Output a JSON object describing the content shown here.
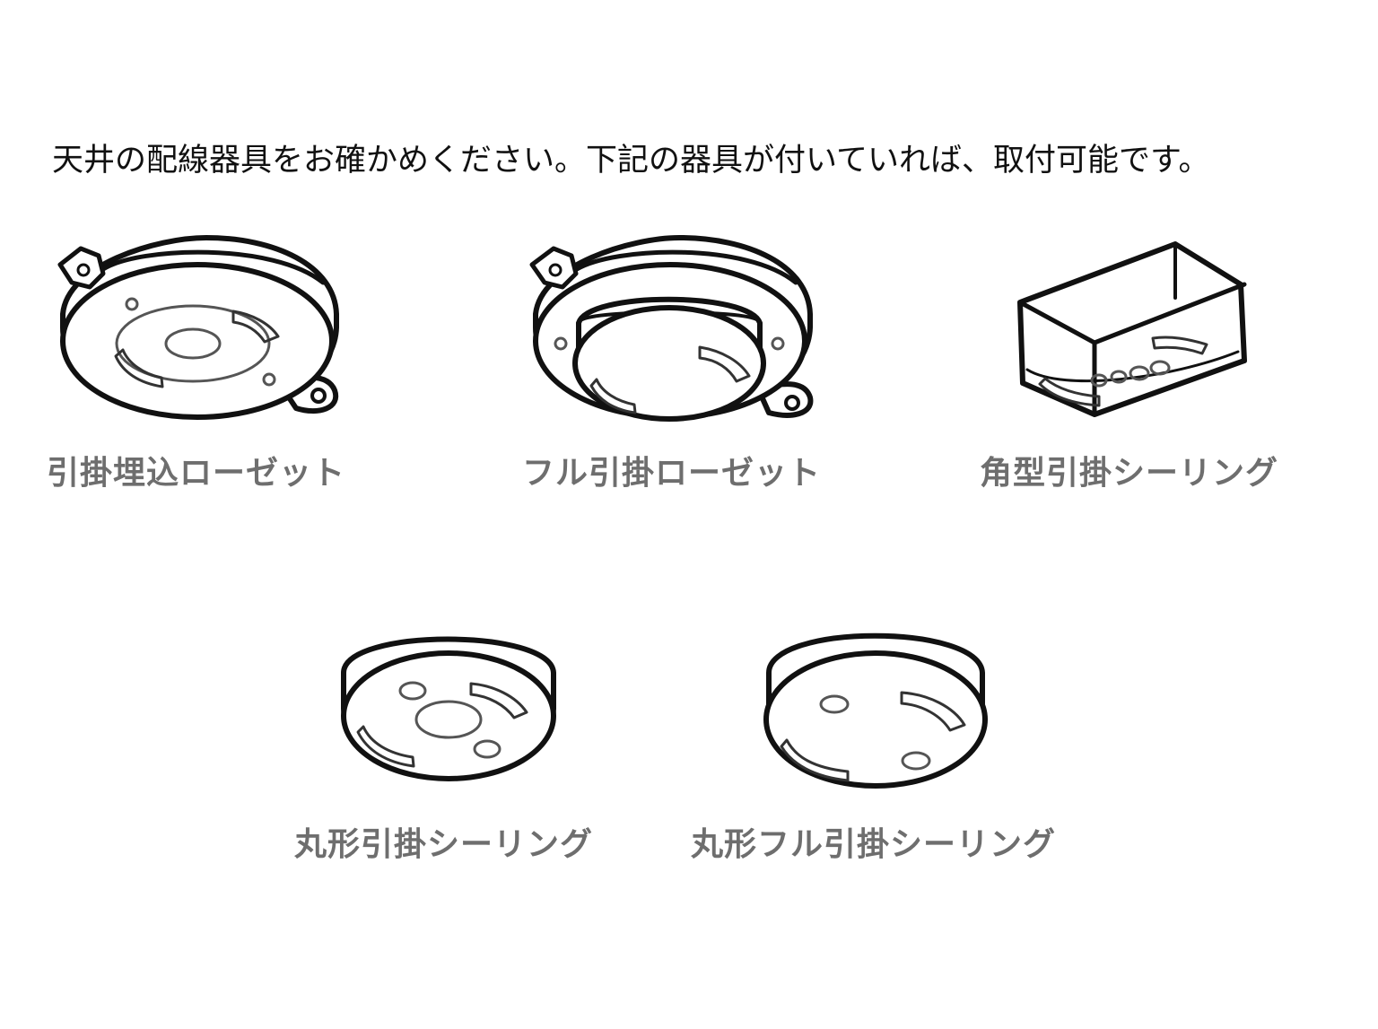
{
  "headline": "天井の配線器具をお確かめください。下記の器具が付いていれば、取付可能です。",
  "fixtures": [
    {
      "label": "引掛埋込ローゼット",
      "icon": "recessed-hook-rosette-icon"
    },
    {
      "label": "フル引掛ローゼット",
      "icon": "full-hook-rosette-icon"
    },
    {
      "label": "角型引掛シーリング",
      "icon": "square-hook-ceiling-icon"
    },
    {
      "label": "丸形引掛シーリング",
      "icon": "round-hook-ceiling-icon"
    },
    {
      "label": "丸形フル引掛シーリング",
      "icon": "round-full-hook-ceiling-icon"
    }
  ],
  "colors": {
    "line": "#111111",
    "caption": "#6e6e6e",
    "fill": "#ffffff"
  }
}
